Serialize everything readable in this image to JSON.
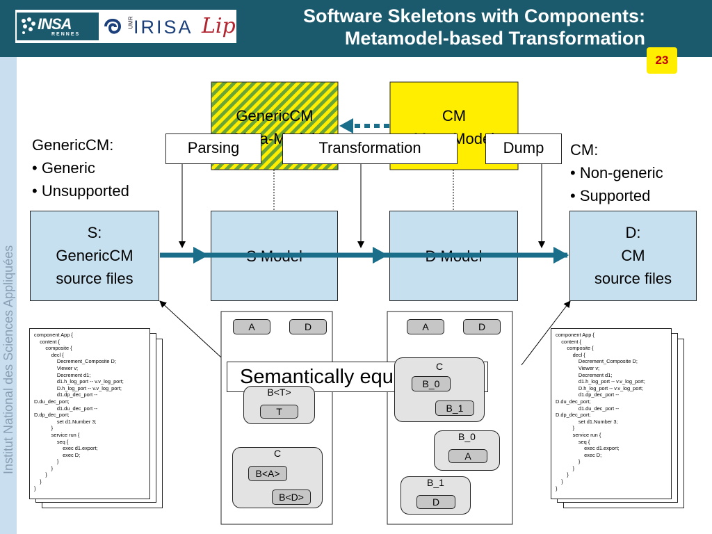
{
  "header": {
    "title_line1": "Software Skeletons with Components:",
    "title_line2": "Metamodel-based Transformation",
    "page_number": "23",
    "logos": {
      "insa": "INSA",
      "insa_sub": "RENNES",
      "umr": "UMR",
      "irisa": "IRISA",
      "lip": "Lip"
    }
  },
  "sidebar": {
    "institute": "Institut National des Sciences Appliquées"
  },
  "metamodels": {
    "generic_line1": "GenericCM",
    "generic_line2": "Meta-Model",
    "cm_line1": "CM",
    "cm_line2": "Meta-Model"
  },
  "steps": {
    "parsing": "Parsing",
    "transformation": "Transformation",
    "dump": "Dump"
  },
  "generic_desc": {
    "title": "GenericCM:",
    "items": [
      "Generic",
      "Unsupported"
    ]
  },
  "cm_desc": {
    "title": "CM:",
    "items": [
      "Non-generic",
      "Supported"
    ]
  },
  "models": {
    "source_line1": "S:",
    "source_line2": "GenericCM",
    "source_line3": "source files",
    "s_model": "S Model",
    "d_model": "D Model",
    "dest_line1": "D:",
    "dest_line2": "CM",
    "dest_line3": "source files"
  },
  "callout": "Semantically equivalent",
  "s_panel": {
    "pill_a": "A",
    "pill_d": "D",
    "bt_title": "B<T>",
    "bt_inner": "T",
    "c_title": "C",
    "c_ba": "B<A>",
    "c_bd": "B<D>"
  },
  "d_panel": {
    "pill_a": "A",
    "pill_d": "D",
    "c_title": "C",
    "c_b0": "B_0",
    "c_b1": "B_1",
    "b0_title": "B_0",
    "b0_inner": "A",
    "b1_title": "B_1",
    "b1_inner": "D"
  },
  "code_listing": "component App {\n    content {\n        composite {\n            decl {\n                Decrement_Composite D;\n                Viewer v;\n                Decrement d1;\n                d1.h_log_port -- v.v_log_port;\n                D.h_log_port -- v.v_log_port;\n                d1.dp_dec_port --\nD.du_dec_port;\n                d1.du_dec_port --\nD.dp_dec_port;\n                set d1.Number 3;\n            }\n            service run {\n                seq {\n                    exec d1.export;\n                    exec D;\n                }\n            }\n        }\n    }\n}",
  "colors": {
    "header": "#1a5a6c",
    "model_box": "#c7e0ef",
    "cm_yellow": "#ffee00",
    "arrow": "#1a6e8a",
    "hatch_green": "#6aa535"
  }
}
